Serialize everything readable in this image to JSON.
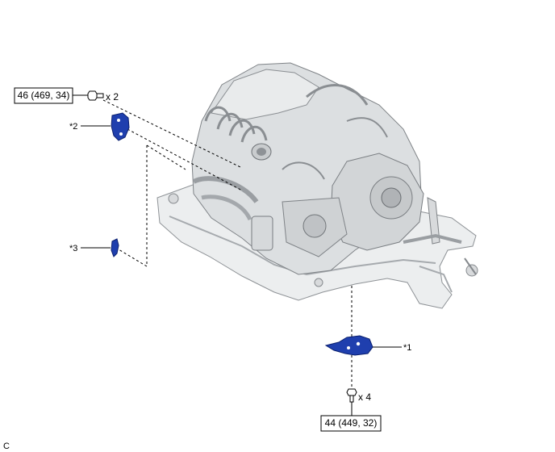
{
  "torque_specs": {
    "upper": "46 (469, 34)",
    "lower": "44 (449, 32)"
  },
  "quantities": {
    "upper_bolt": "x 2",
    "lower_bolt": "x 4"
  },
  "callouts": {
    "part1": "*1",
    "part2": "*2",
    "part3": "*3"
  },
  "corner_code": "C",
  "colors": {
    "part_blue": "#1f3fae",
    "engine_gray": "#b9bcbf",
    "line": "#000000"
  }
}
